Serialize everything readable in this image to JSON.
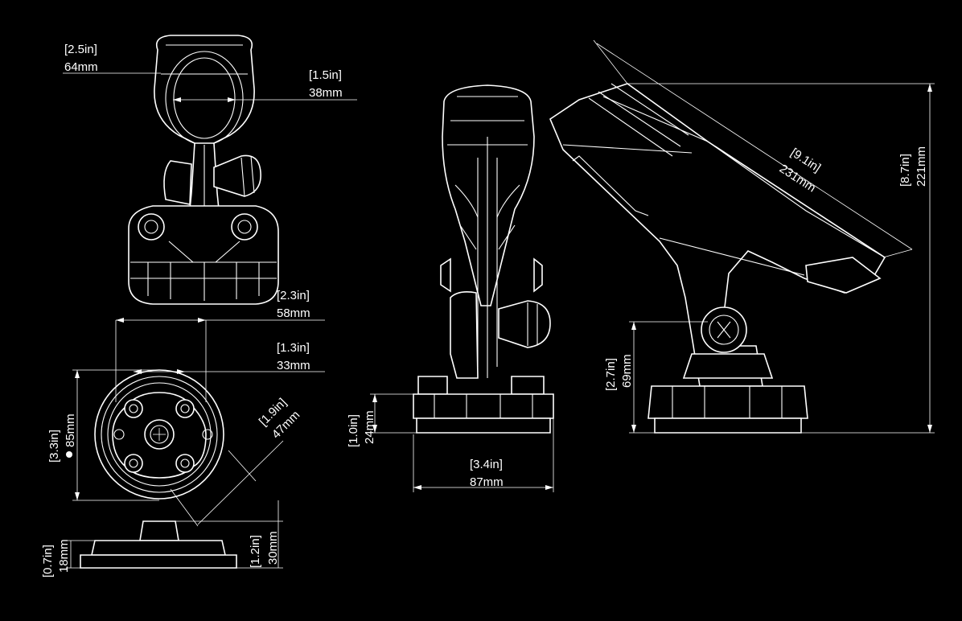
{
  "background_color": "#000000",
  "line_color": "#ffffff",
  "dimensions": {
    "top_view_width": {
      "in": "[2.5in]",
      "mm": "64mm"
    },
    "ring_inner_width": {
      "in": "[1.5in]",
      "mm": "38mm"
    },
    "base_plate_width": {
      "in": "[2.3in]",
      "mm": "58mm"
    },
    "bolt_spacing": {
      "in": "[1.3in]",
      "mm": "33mm"
    },
    "base_diameter": {
      "in": "[3.3in]",
      "mm": "85mm"
    },
    "bolt_circle": {
      "in": "[1.9in]",
      "mm": "47mm"
    },
    "base_height_small": {
      "in": "[0.7in]",
      "mm": "18mm"
    },
    "base_height_total": {
      "in": "[1.2in]",
      "mm": "30mm"
    },
    "front_base_height": {
      "in": "[1.0in]",
      "mm": "24mm"
    },
    "front_base_width": {
      "in": "[3.4in]",
      "mm": "87mm"
    },
    "holder_length": {
      "in": "[9.1in]",
      "mm": "231mm"
    },
    "total_height": {
      "in": "[8.7in]",
      "mm": "221mm"
    },
    "pivot_height": {
      "in": "[2.7in]",
      "mm": "69mm"
    }
  }
}
